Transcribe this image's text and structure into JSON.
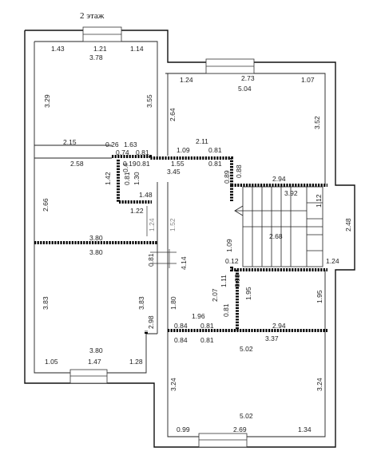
{
  "title": "2 этаж",
  "dimensions": [
    {
      "id": "d1",
      "text": "1.43"
    },
    {
      "id": "d2",
      "text": "1.21"
    },
    {
      "id": "d3",
      "text": "1.14"
    },
    {
      "id": "d4",
      "text": "3.78"
    },
    {
      "id": "d5",
      "text": "3.29"
    },
    {
      "id": "d6",
      "text": "3.55"
    },
    {
      "id": "d7",
      "text": "1.24"
    },
    {
      "id": "d8",
      "text": "2.73"
    },
    {
      "id": "d9",
      "text": "1.07"
    },
    {
      "id": "d10",
      "text": "5.04"
    },
    {
      "id": "d11",
      "text": "2.64"
    },
    {
      "id": "d12",
      "text": "3.52"
    },
    {
      "id": "d13",
      "text": "2.15"
    },
    {
      "id": "d14",
      "text": "0.26"
    },
    {
      "id": "d15",
      "text": "1.63"
    },
    {
      "id": "d16",
      "text": "0.74"
    },
    {
      "id": "d17",
      "text": "0.81"
    },
    {
      "id": "d18",
      "text": "2.11"
    },
    {
      "id": "d19",
      "text": "1.09"
    },
    {
      "id": "d20",
      "text": "0.81"
    },
    {
      "id": "d21",
      "text": "2.58"
    },
    {
      "id": "d22",
      "text": "0.19"
    },
    {
      "id": "d23",
      "text": "0.81"
    },
    {
      "id": "d24",
      "text": "1.55"
    },
    {
      "id": "d25",
      "text": "0.81"
    },
    {
      "id": "d26",
      "text": "3.45"
    },
    {
      "id": "d27",
      "text": "0.88"
    },
    {
      "id": "d28",
      "text": "0.89"
    },
    {
      "id": "d29",
      "text": "1.42"
    },
    {
      "id": "d30",
      "text": "0.81"
    },
    {
      "id": "d31",
      "text": "0.4"
    },
    {
      "id": "d32",
      "text": "1.30"
    },
    {
      "id": "d33",
      "text": "2.94"
    },
    {
      "id": "d34",
      "text": "3.92"
    },
    {
      "id": "d35",
      "text": "1.48"
    },
    {
      "id": "d36",
      "text": "2.66"
    },
    {
      "id": "d37",
      "text": "1.22"
    },
    {
      "id": "d38",
      "text": "1.12"
    },
    {
      "id": "d39",
      "text": "1.24"
    },
    {
      "id": "d40",
      "text": "1.52"
    },
    {
      "id": "d41",
      "text": "2.48"
    },
    {
      "id": "d42",
      "text": "2.68"
    },
    {
      "id": "d43",
      "text": "3.80"
    },
    {
      "id": "d44",
      "text": "3.80"
    },
    {
      "id": "d45",
      "text": "1.09"
    },
    {
      "id": "d46",
      "text": "0.81"
    },
    {
      "id": "d47",
      "text": "4.14"
    },
    {
      "id": "d48",
      "text": "0.12"
    },
    {
      "id": "d49",
      "text": "1.24"
    },
    {
      "id": "d50",
      "text": "1.11"
    },
    {
      "id": "d51",
      "text": "0.98"
    },
    {
      "id": "d52",
      "text": "3.83"
    },
    {
      "id": "d53",
      "text": "3.83"
    },
    {
      "id": "d54",
      "text": "1.80"
    },
    {
      "id": "d55",
      "text": "2.07"
    },
    {
      "id": "d56",
      "text": "1.95"
    },
    {
      "id": "d57",
      "text": "1.95"
    },
    {
      "id": "d58",
      "text": "2.98"
    },
    {
      "id": "d59",
      "text": "1.96"
    },
    {
      "id": "d60",
      "text": "0.81"
    },
    {
      "id": "d61",
      "text": "0.84"
    },
    {
      "id": "d62",
      "text": "0.81"
    },
    {
      "id": "d63",
      "text": "2.94"
    },
    {
      "id": "d64",
      "text": "0.84"
    },
    {
      "id": "d65",
      "text": "0.81"
    },
    {
      "id": "d66",
      "text": "3.37"
    },
    {
      "id": "d67",
      "text": "3.80"
    },
    {
      "id": "d68",
      "text": "5.02"
    },
    {
      "id": "d69",
      "text": "1.05"
    },
    {
      "id": "d70",
      "text": "1.47"
    },
    {
      "id": "d71",
      "text": "1.28"
    },
    {
      "id": "d72",
      "text": "3.24"
    },
    {
      "id": "d73",
      "text": "3.24"
    },
    {
      "id": "d74",
      "text": "5.02"
    },
    {
      "id": "d75",
      "text": "0.99"
    },
    {
      "id": "d76",
      "text": "2.69"
    },
    {
      "id": "d77",
      "text": "1.34"
    }
  ]
}
